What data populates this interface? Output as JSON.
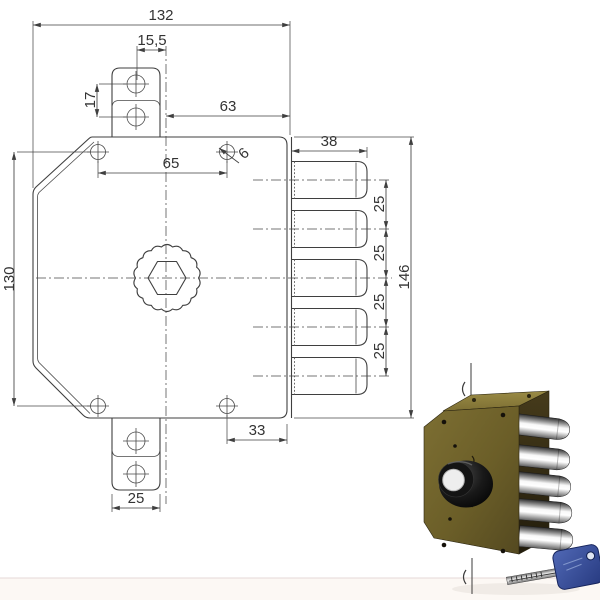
{
  "canvas": {
    "background": "#ffffff",
    "line_color": "#3f3f3f",
    "text_color": "#333333",
    "footer_line_color": "#e6d9d7",
    "footer_fill": "#fcf8f4"
  },
  "drawing": {
    "view": "lock front elevation with mounting tabs, five deadbolts, scalloped cylinder boss",
    "dims": {
      "overall_width": "132",
      "tab_hole_to_center": "15,5",
      "tab_hole_pitch": "17",
      "center_to_right_edge": "63",
      "bolt_throw": "38",
      "top_holes_pitch": "65",
      "hole_diameter": "6",
      "left_holes_pitch": "130",
      "overall_height": "146",
      "bolt_pitch": [
        "25",
        "25",
        "25",
        "25"
      ],
      "bottom_hole_to_edge": "33",
      "bottom_tab_width": "25"
    }
  },
  "photo": {
    "subject": "security rim lock with round black knob, five chrome deadbolts and key",
    "bolt_count": 5,
    "colors": {
      "body_front": "#6b5e28",
      "body_top": "#8c7d3c",
      "body_side": "#332a11",
      "knob": "#101010",
      "knob_face": "#eeeeee",
      "bolt_chrome": "#f2f2f2",
      "key_head_blue": "#3a53a4",
      "key_blade": "#c9c9c9"
    }
  }
}
